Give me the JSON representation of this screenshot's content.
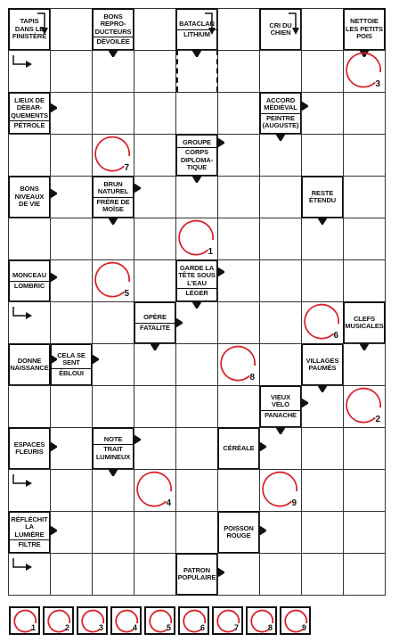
{
  "clues": [
    {
      "id": "c1",
      "r": 0,
      "c": 0,
      "lines": [
        "TAPIS",
        "DANS LE",
        "FINISTÈRE"
      ],
      "sep": []
    },
    {
      "id": "c2",
      "r": 0,
      "c": 2,
      "lines": [
        "BONS",
        "REPRO-",
        "DUCTEURS",
        "DÉVOILÉE"
      ],
      "sep": [
        3
      ]
    },
    {
      "id": "c3",
      "r": 0,
      "c": 4,
      "lines": [
        "BATACLAN",
        "LITHIUM"
      ],
      "sep": [
        1
      ]
    },
    {
      "id": "c4",
      "r": 0,
      "c": 6,
      "lines": [
        "CRI DU",
        "CHIEN"
      ],
      "sep": []
    },
    {
      "id": "c5",
      "r": 0,
      "c": 8,
      "lines": [
        "NETTOIE",
        "LES PETITS",
        "POIS"
      ],
      "sep": []
    },
    {
      "id": "c6",
      "r": 2,
      "c": 0,
      "lines": [
        "LIEUX DE",
        "DÉBAR-",
        "QUEMENTS",
        "PÉTROLE"
      ],
      "sep": [
        3
      ]
    },
    {
      "id": "c7",
      "r": 2,
      "c": 6,
      "lines": [
        "ACCORD",
        "MÉDIÉVAL",
        "PEINTRE",
        "(AUGUSTE)"
      ],
      "sep": [
        2
      ]
    },
    {
      "id": "c8",
      "r": 3,
      "c": 4,
      "lines": [
        "GROUPE",
        "CORPS",
        "DIPLOMA-",
        "TIQUE"
      ],
      "sep": [
        1
      ]
    },
    {
      "id": "c9",
      "r": 4,
      "c": 0,
      "lines": [
        "BONS",
        "NIVEAUX",
        "DE VIE"
      ],
      "sep": []
    },
    {
      "id": "c10",
      "r": 4,
      "c": 2,
      "lines": [
        "BRUN",
        "NATUREL",
        "FRÈRE DE",
        "MOÏSE"
      ],
      "sep": [
        2
      ]
    },
    {
      "id": "c11",
      "r": 4,
      "c": 7,
      "lines": [
        "RESTE",
        "ÉTENDU"
      ],
      "sep": []
    },
    {
      "id": "c12",
      "r": 6,
      "c": 0,
      "lines": [
        "MONCEAU",
        "LOMBRIC"
      ],
      "sep": [
        1
      ]
    },
    {
      "id": "c13",
      "r": 6,
      "c": 4,
      "lines": [
        "GARDE LA",
        "TÊTE SOUS",
        "L'EAU",
        "LÉGER"
      ],
      "sep": [
        3
      ]
    },
    {
      "id": "c14",
      "r": 7,
      "c": 3,
      "lines": [
        "OPÈRE",
        "FATALITÉ"
      ],
      "sep": [
        1
      ]
    },
    {
      "id": "c15",
      "r": 7,
      "c": 8,
      "lines": [
        "CLEFS",
        "MUSICALES"
      ],
      "sep": []
    },
    {
      "id": "c16",
      "r": 8,
      "c": 0,
      "lines": [
        "DONNE",
        "NAISSANCE"
      ],
      "sep": []
    },
    {
      "id": "c17",
      "r": 8,
      "c": 1,
      "lines": [
        "CELA SE",
        "SENT",
        "ÉBLOUI"
      ],
      "sep": [
        2
      ]
    },
    {
      "id": "c18",
      "r": 8,
      "c": 7,
      "lines": [
        "VILLAGES",
        "PAUMÉS"
      ],
      "sep": []
    },
    {
      "id": "c19",
      "r": 9,
      "c": 6,
      "lines": [
        "VIEUX",
        "VÉLO",
        "PANACHE"
      ],
      "sep": [
        2
      ]
    },
    {
      "id": "c20",
      "r": 10,
      "c": 0,
      "lines": [
        "ESPACES",
        "FLEURIS"
      ],
      "sep": []
    },
    {
      "id": "c21",
      "r": 10,
      "c": 2,
      "lines": [
        "NOTE",
        "TRAIT",
        "LUMINEUX"
      ],
      "sep": [
        1
      ]
    },
    {
      "id": "c22",
      "r": 10,
      "c": 5,
      "lines": [
        "CÉRÉALE"
      ],
      "sep": []
    },
    {
      "id": "c23",
      "r": 12,
      "c": 0,
      "lines": [
        "RÉFLÉCHIT",
        "LA",
        "LUMIÈRE",
        "FILTRE"
      ],
      "sep": [
        3
      ]
    },
    {
      "id": "c24",
      "r": 12,
      "c": 5,
      "lines": [
        "POISSON",
        "ROUGE"
      ],
      "sep": []
    },
    {
      "id": "c25",
      "r": 13,
      "c": 4,
      "lines": [
        "PATRON",
        "POPULAIRE"
      ],
      "sep": []
    }
  ],
  "markers": [
    {
      "r": 1,
      "c": 8,
      "n": "3"
    },
    {
      "r": 3,
      "c": 2,
      "n": "7"
    },
    {
      "r": 5,
      "c": 4,
      "n": "1"
    },
    {
      "r": 6,
      "c": 2,
      "n": "5"
    },
    {
      "r": 7,
      "c": 7,
      "n": "6"
    },
    {
      "r": 8,
      "c": 5,
      "n": "8"
    },
    {
      "r": 9,
      "c": 8,
      "n": "2"
    },
    {
      "r": 11,
      "c": 3,
      "n": "4"
    },
    {
      "r": 11,
      "c": 6,
      "n": "9"
    }
  ],
  "solution_numbers": [
    "1",
    "2",
    "3",
    "4",
    "5",
    "6",
    "7",
    "8",
    "9"
  ],
  "colors": {
    "circle": "#d8232a",
    "ink": "#111111"
  }
}
